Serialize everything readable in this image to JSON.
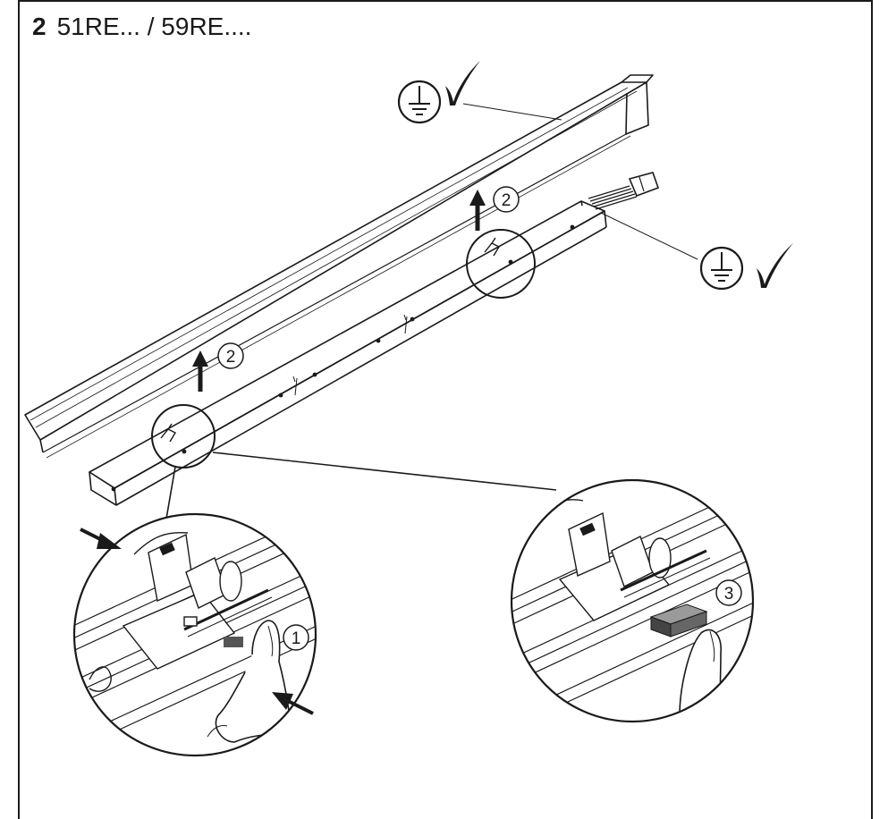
{
  "step": {
    "number": "2",
    "models": "51RE... / 59RE...."
  },
  "callouts": {
    "press": "1",
    "lift_left": "2",
    "lift_right": "2",
    "remove": "3"
  },
  "icons": {
    "earth_top": "protective-earth-icon",
    "earth_right": "protective-earth-icon",
    "check_top": "check-mark-icon",
    "check_right": "check-mark-icon"
  },
  "colors": {
    "line": "#1a1a1a",
    "block": "#555555"
  }
}
